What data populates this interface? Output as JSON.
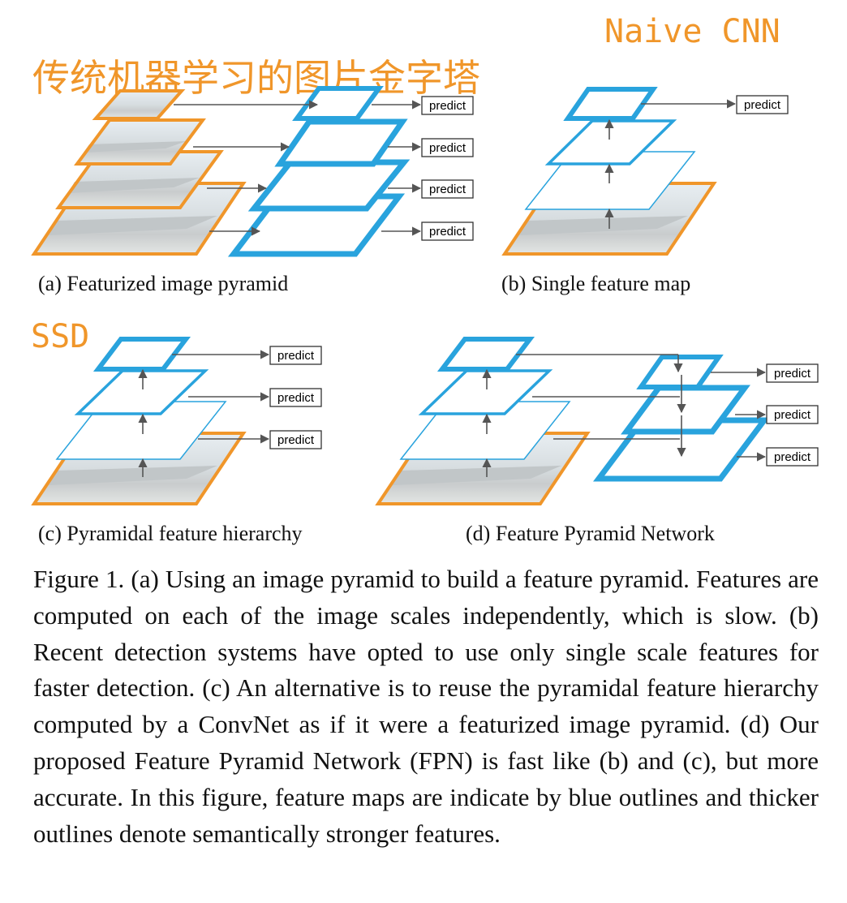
{
  "annotations": {
    "naive_cnn": "Naive CNN",
    "traditional": "传统机器学习的图片金字塔",
    "ssd": "SSD"
  },
  "predict_label": "predict",
  "panels": {
    "a": {
      "caption": "(a) Featurized image pyramid"
    },
    "b": {
      "caption": "(b) Single feature map"
    },
    "c": {
      "caption": "(c) Pyramidal feature hierarchy"
    },
    "d": {
      "caption": "(d) Feature Pyramid Network"
    }
  },
  "figure_caption": "Figure 1. (a) Using an image pyramid to build a feature pyramid. Features are computed on each of the image scales independently, which is slow. (b) Recent detection systems have opted to use only single scale features for faster detection. (c) An alternative is to reuse the pyramidal feature hierarchy computed by a ConvNet as if it were a featurized image pyramid. (d) Our proposed Feature Pyramid Network (FPN) is fast like (b) and (c), but more accurate. In this figure, feature maps are indicate by blue outlines and thicker outlines denote semantically stronger features.",
  "colors": {
    "feature_blue": "#29a3dd",
    "image_orange": "#f0962a",
    "arrow_gray": "#555555",
    "annotation_orange": "#f0962a"
  }
}
